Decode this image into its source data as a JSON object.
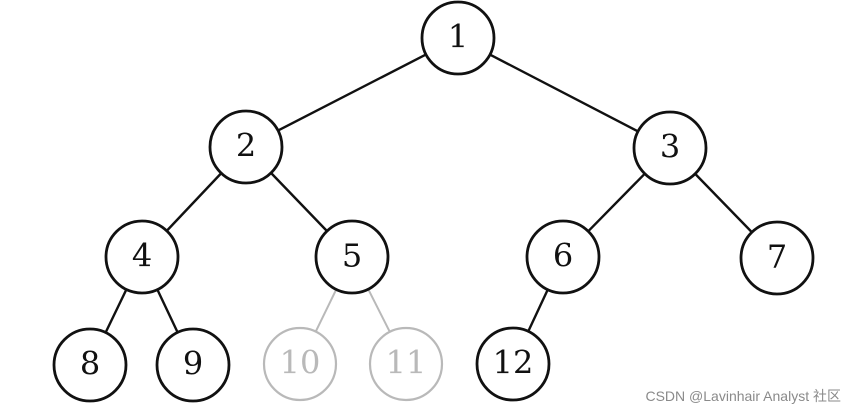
{
  "diagram": {
    "type": "binary-tree",
    "colors": {
      "active_stroke": "#111111",
      "active_text": "#111111",
      "faded_stroke": "#b9b9b9",
      "faded_text": "#b9b9b9"
    },
    "nodes": [
      {
        "id": 1,
        "label": "1",
        "faded": false
      },
      {
        "id": 2,
        "label": "2",
        "faded": false
      },
      {
        "id": 3,
        "label": "3",
        "faded": false
      },
      {
        "id": 4,
        "label": "4",
        "faded": false
      },
      {
        "id": 5,
        "label": "5",
        "faded": false
      },
      {
        "id": 6,
        "label": "6",
        "faded": false
      },
      {
        "id": 7,
        "label": "7",
        "faded": false
      },
      {
        "id": 8,
        "label": "8",
        "faded": false
      },
      {
        "id": 9,
        "label": "9",
        "faded": false
      },
      {
        "id": 10,
        "label": "10",
        "faded": true
      },
      {
        "id": 11,
        "label": "11",
        "faded": true
      },
      {
        "id": 12,
        "label": "12",
        "faded": false
      }
    ],
    "edges": [
      {
        "from": 1,
        "to": 2,
        "faded": false
      },
      {
        "from": 1,
        "to": 3,
        "faded": false
      },
      {
        "from": 2,
        "to": 4,
        "faded": false
      },
      {
        "from": 2,
        "to": 5,
        "faded": false
      },
      {
        "from": 3,
        "to": 6,
        "faded": false
      },
      {
        "from": 3,
        "to": 7,
        "faded": false
      },
      {
        "from": 4,
        "to": 8,
        "faded": false
      },
      {
        "from": 4,
        "to": 9,
        "faded": false
      },
      {
        "from": 5,
        "to": 10,
        "faded": true
      },
      {
        "from": 5,
        "to": 11,
        "faded": true
      },
      {
        "from": 6,
        "to": 12,
        "faded": false
      }
    ]
  },
  "watermark": {
    "text": "CSDN @Lavinhair Analyst 社区"
  }
}
